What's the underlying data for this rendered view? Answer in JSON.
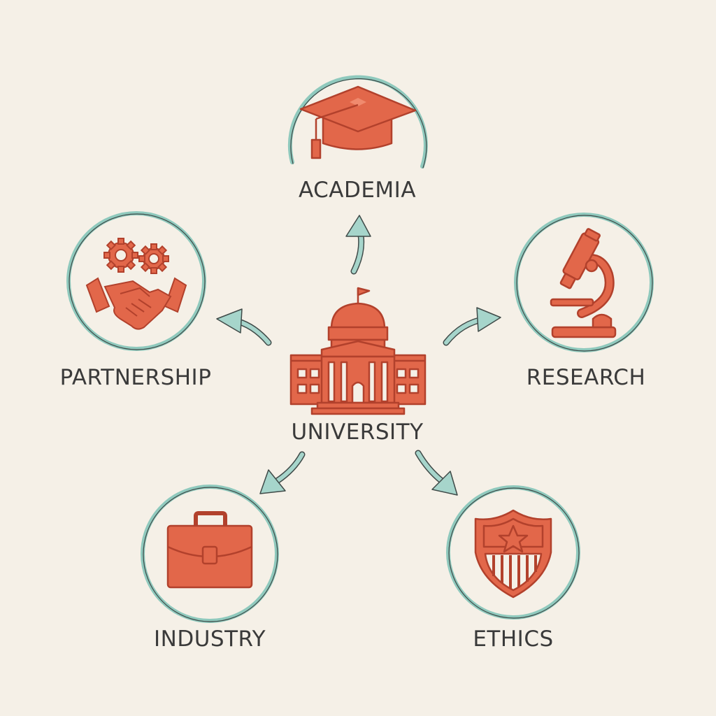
{
  "center": {
    "label": "UNIVERSITY",
    "icon": "university-building-icon"
  },
  "nodes": [
    {
      "id": "academia",
      "label": "ACADEMIA",
      "icon": "graduation-cap-icon"
    },
    {
      "id": "research",
      "label": "RESEARCH",
      "icon": "microscope-icon"
    },
    {
      "id": "ethics",
      "label": "ETHICS",
      "icon": "shield-star-icon"
    },
    {
      "id": "industry",
      "label": "INDUSTRY",
      "icon": "briefcase-icon"
    },
    {
      "id": "partnership",
      "label": "PARTNERSHIP",
      "icon": "handshake-gears-icon"
    }
  ],
  "colors": {
    "background": "#f5f0e7",
    "icon_fill": "#e2674a",
    "icon_stroke": "#b2412c",
    "ring": "#8fc9bd",
    "ring_stroke": "#3f4a48",
    "arrow": "#a6d5cb",
    "text": "#3a3a3a"
  }
}
